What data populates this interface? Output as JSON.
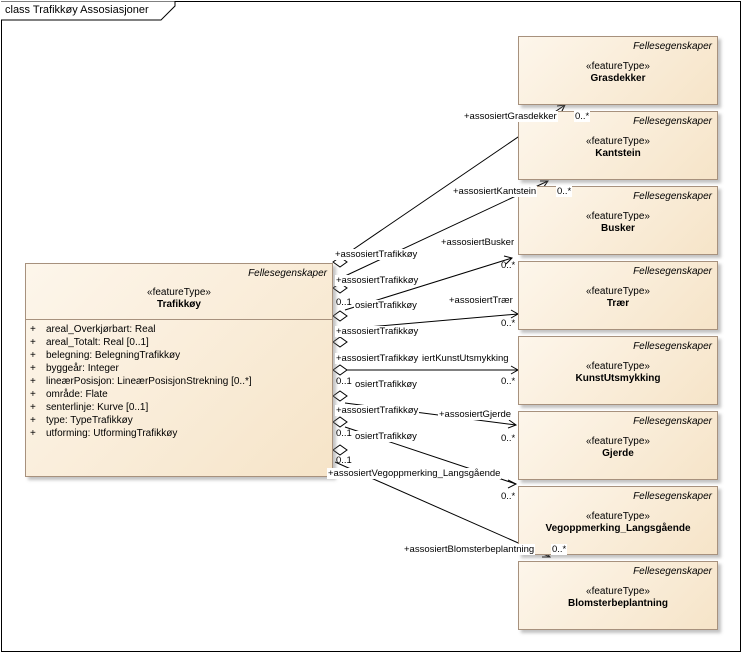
{
  "frame": {
    "title": "class Trafikkøy Assosiasjoner"
  },
  "main_class": {
    "package": "Fellesegenskaper",
    "stereotype": "«featureType»",
    "name": "Trafikkøy",
    "attributes": [
      {
        "vis": "+",
        "text": "areal_Overkjørbart: Real"
      },
      {
        "vis": "+",
        "text": "areal_Totalt: Real [0..1]"
      },
      {
        "vis": "+",
        "text": "belegning: BelegningTrafikkøy"
      },
      {
        "vis": "+",
        "text": "byggeår: Integer"
      },
      {
        "vis": "+",
        "text": "lineærPosisjon: LineærPosisjonStrekning [0..*]"
      },
      {
        "vis": "+",
        "text": "område: Flate"
      },
      {
        "vis": "+",
        "text": "senterlinje: Kurve [0..1]"
      },
      {
        "vis": "+",
        "text": "type: TypeTrafikkøy"
      },
      {
        "vis": "+",
        "text": "utforming: UtformingTrafikkøy"
      }
    ]
  },
  "classes": [
    {
      "package": "Fellesegenskaper",
      "stereotype": "«featureType»",
      "name": "Grasdekker"
    },
    {
      "package": "Fellesegenskaper",
      "stereotype": "«featureType»",
      "name": "Kantstein"
    },
    {
      "package": "Fellesegenskaper",
      "stereotype": "«featureType»",
      "name": "Busker"
    },
    {
      "package": "Fellesegenskaper",
      "stereotype": "«featureType»",
      "name": "Trær"
    },
    {
      "package": "Fellesegenskaper",
      "stereotype": "«featureType»",
      "name": "KunstUtsmykking"
    },
    {
      "package": "Fellesegenskaper",
      "stereotype": "«featureType»",
      "name": "Gjerde"
    },
    {
      "package": "Fellesegenskaper",
      "stereotype": "«featureType»",
      "name": "Vegoppmerking_Langsgående"
    },
    {
      "package": "Fellesegenskaper",
      "stereotype": "«featureType»",
      "name": "Blomsterbeplantning"
    }
  ],
  "associations": [
    {
      "source_role": "+assosiertTrafikkøy",
      "source_mult": "",
      "target_role": "+assosiertGrasdekker",
      "target_mult": "0..*"
    },
    {
      "source_role": "+assosiertTrafikkøy",
      "source_mult": "",
      "target_role": "+assosiertKantstein",
      "target_mult": "0..*"
    },
    {
      "source_role": "osiertTrafikkøy",
      "source_mult": "0..1",
      "target_role": "+assosiertBusker",
      "target_mult": "0..*"
    },
    {
      "source_role": "+assosiertTrafikkøy",
      "source_mult": "",
      "target_role": "+assosiertTrær",
      "target_mult": "0..*"
    },
    {
      "source_role": "+assosiertTrafikkøy",
      "source_mult": "",
      "target_role": "iertKunstUtsmykking",
      "target_mult": "0..*"
    },
    {
      "source_role": "osiertTrafikkøy",
      "source_mult": "0..1",
      "target_role": "",
      "target_mult": ""
    },
    {
      "source_role": "+assosiertTrafikkøy",
      "source_mult": "0..1",
      "target_role": "+assosiertGjerde",
      "target_mult": "0..*"
    },
    {
      "source_role": "osiertTrafikkøy",
      "source_mult": "0..1",
      "target_role": "+assosiertVegoppmerking_Langsgående",
      "target_mult": "0..*"
    },
    {
      "source_role": "",
      "source_mult": "0..1",
      "target_role": "+assosiertBlomsterbeplantning",
      "target_mult": "0..*"
    }
  ]
}
